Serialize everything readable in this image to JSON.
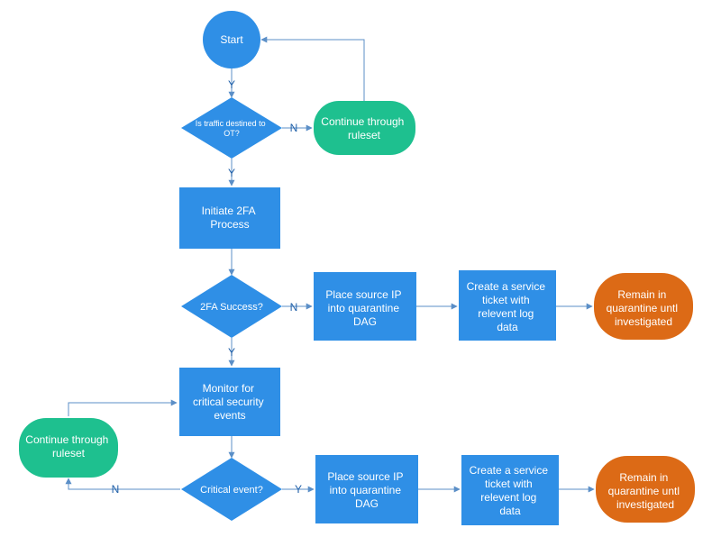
{
  "colors": {
    "blue": "#2f8fe6",
    "teal": "#1ec08f",
    "orange": "#dc6a16",
    "connector": "#5b8fc7",
    "edge_label": "#1f5fa8"
  },
  "nodes": {
    "start": "Start",
    "decision_ot": [
      "Is traffic destined to",
      "OT?"
    ],
    "continue_top": [
      "Continue through",
      "ruleset"
    ],
    "initiate_2fa": [
      "Initiate 2FA",
      "Process"
    ],
    "decision_2fa": "2FA Success?",
    "quarantine_1": [
      "Place source IP",
      "into quarantine",
      "DAG"
    ],
    "ticket_1": [
      "Create a service",
      "ticket with",
      "relevent log",
      "data"
    ],
    "remain_1": [
      "Remain in",
      "quarantine untl",
      "investigated"
    ],
    "monitor": [
      "Monitor for",
      "critical security",
      "events"
    ],
    "continue_bottom": [
      "Continue through",
      "ruleset"
    ],
    "decision_critical": "Critical event?",
    "quarantine_2": [
      "Place source IP",
      "into quarantine",
      "DAG"
    ],
    "ticket_2": [
      "Create a service",
      "ticket with",
      "relevent log",
      "data"
    ],
    "remain_2": [
      "Remain in",
      "quarantine untl",
      "investigated"
    ]
  },
  "edges": {
    "start_to_ot": "Y",
    "ot_no": "N",
    "ot_yes": "Y",
    "twofa_no": "N",
    "twofa_yes": "Y",
    "critical_no": "N",
    "critical_yes": "Y"
  }
}
